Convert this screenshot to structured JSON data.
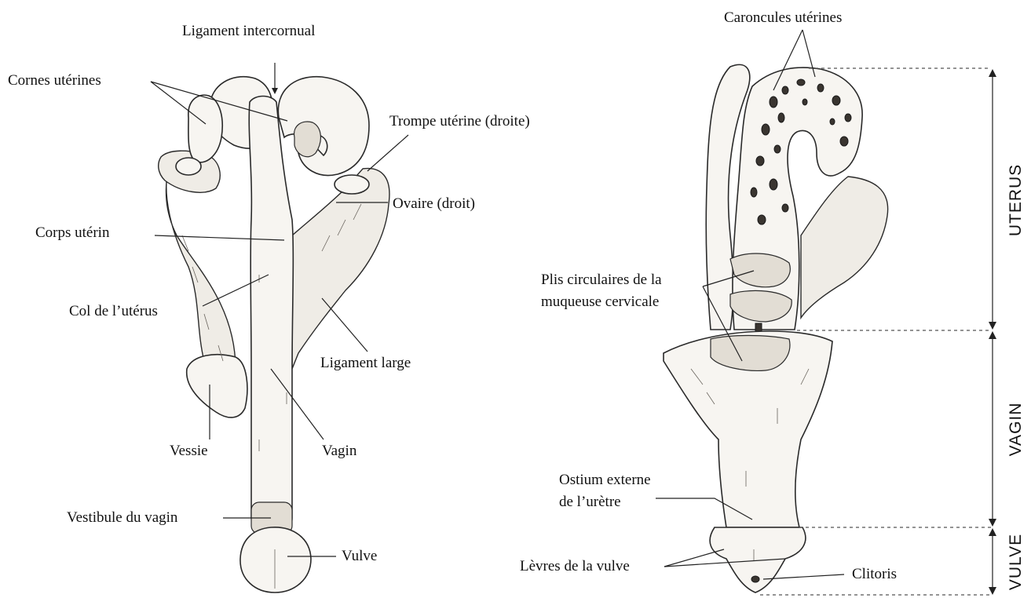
{
  "left_labels": {
    "ligament_intercornual": "Ligament intercornual",
    "cornes_uterines": "Cornes utérines",
    "trompe_uterine": "Trompe utérine (droite)",
    "ovaire": "Ovaire (droit)",
    "corps_uterin": "Corps utérin",
    "col_uterus": "Col de l’utérus",
    "ligament_large": "Ligament large",
    "vessie": "Vessie",
    "vagin": "Vagin",
    "vestibule": "Vestibule du vagin",
    "vulve": "Vulve"
  },
  "right_labels": {
    "caroncules": "Caroncules utérines",
    "plis_line1": "Plis circulaires de la",
    "plis_line2": "muqueuse cervicale",
    "ostium_line1": "Ostium externe",
    "ostium_line2": "de l’urètre",
    "levres": "Lèvres de la vulve",
    "clitoris": "Clitoris"
  },
  "sections": {
    "uterus": "UTERUS",
    "vagin": "VAGIN",
    "vulve": "VULVE"
  }
}
